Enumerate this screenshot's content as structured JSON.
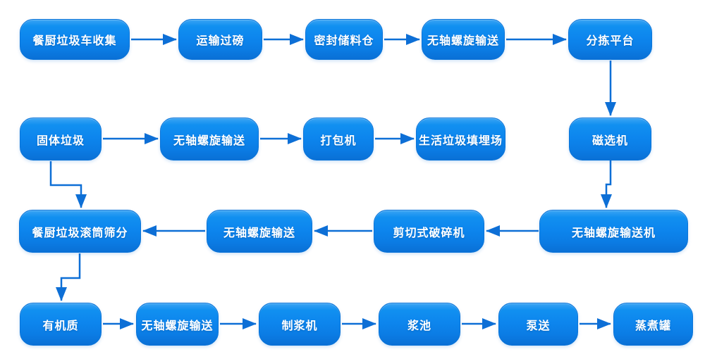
{
  "diagram": {
    "type": "flowchart",
    "colors": {
      "node_fill": "#0d86ee",
      "node_fill_highlight": "#3ba4f4",
      "node_border": "#0b74d8",
      "arrow": "#0d6fd6",
      "label_text": "#ffffff",
      "background": "#ffffff"
    },
    "nodes": [
      {
        "id": "kitchen-waste-truck-collection",
        "label": "餐厨垃圾车收集"
      },
      {
        "id": "transport-weighing",
        "label": "运输过磅"
      },
      {
        "id": "sealed-storage-silo",
        "label": "密封储料仓"
      },
      {
        "id": "shaftless-screw-conveyor-1",
        "label": "无轴螺旋输送"
      },
      {
        "id": "sorting-platform",
        "label": "分拣平台"
      },
      {
        "id": "solid-waste",
        "label": "固体垃圾"
      },
      {
        "id": "shaftless-screw-conveyor-2",
        "label": "无轴螺旋输送"
      },
      {
        "id": "baler",
        "label": "打包机"
      },
      {
        "id": "domestic-waste-landfill",
        "label": "生活垃圾填埋场"
      },
      {
        "id": "magnetic-separator",
        "label": "磁选机"
      },
      {
        "id": "kitchen-waste-drum-screening",
        "label": "餐厨垃圾滚筒筛分"
      },
      {
        "id": "shaftless-screw-conveyor-3",
        "label": "无轴螺旋输送"
      },
      {
        "id": "shear-type-shredder",
        "label": "剪切式破碎机"
      },
      {
        "id": "shaftless-screw-conveyor-machine",
        "label": "无轴螺旋输送机"
      },
      {
        "id": "organic-matter",
        "label": "有机质"
      },
      {
        "id": "shaftless-screw-conveyor-4",
        "label": "无轴螺旋输送"
      },
      {
        "id": "pulping-machine",
        "label": "制浆机"
      },
      {
        "id": "pulp-tank",
        "label": "浆池"
      },
      {
        "id": "pumping",
        "label": "泵送"
      },
      {
        "id": "cooking-tank",
        "label": "蒸煮罐"
      }
    ],
    "edges": [
      {
        "from": "kitchen-waste-truck-collection",
        "to": "transport-weighing"
      },
      {
        "from": "transport-weighing",
        "to": "sealed-storage-silo"
      },
      {
        "from": "sealed-storage-silo",
        "to": "shaftless-screw-conveyor-1"
      },
      {
        "from": "shaftless-screw-conveyor-1",
        "to": "sorting-platform"
      },
      {
        "from": "sorting-platform",
        "to": "magnetic-separator"
      },
      {
        "from": "solid-waste",
        "to": "shaftless-screw-conveyor-2"
      },
      {
        "from": "shaftless-screw-conveyor-2",
        "to": "baler"
      },
      {
        "from": "baler",
        "to": "domestic-waste-landfill"
      },
      {
        "from": "magnetic-separator",
        "to": "shaftless-screw-conveyor-machine"
      },
      {
        "from": "shaftless-screw-conveyor-machine",
        "to": "shear-type-shredder"
      },
      {
        "from": "shear-type-shredder",
        "to": "shaftless-screw-conveyor-3"
      },
      {
        "from": "shaftless-screw-conveyor-3",
        "to": "kitchen-waste-drum-screening"
      },
      {
        "from": "solid-waste",
        "to": "kitchen-waste-drum-screening"
      },
      {
        "from": "kitchen-waste-drum-screening",
        "to": "organic-matter"
      },
      {
        "from": "organic-matter",
        "to": "shaftless-screw-conveyor-4"
      },
      {
        "from": "shaftless-screw-conveyor-4",
        "to": "pulping-machine"
      },
      {
        "from": "pulping-machine",
        "to": "pulp-tank"
      },
      {
        "from": "pulp-tank",
        "to": "pumping"
      },
      {
        "from": "pumping",
        "to": "cooking-tank"
      }
    ]
  }
}
